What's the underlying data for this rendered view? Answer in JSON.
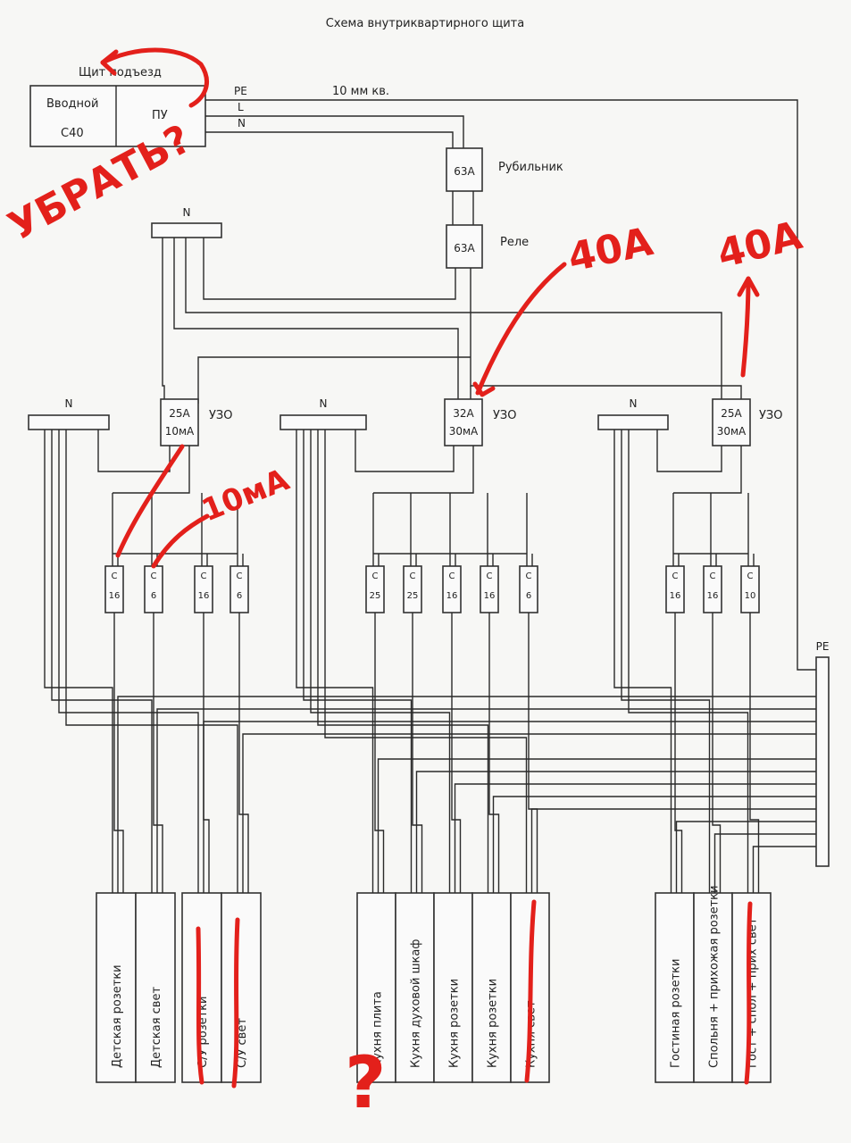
{
  "title": "Схема внутриквартирного щита",
  "entry": {
    "panel_label": "Щит подъезд",
    "breaker_name": "Вводной",
    "breaker_rating": "С40",
    "meter_label": "ПУ",
    "wire_pe": "PE",
    "wire_l": "L",
    "wire_n": "N",
    "cable": "10 мм кв."
  },
  "switch": {
    "rating": "63A",
    "label": "Рубильник"
  },
  "relay": {
    "rating": "63A",
    "label": "Реле"
  },
  "n_bus_main": "N",
  "groups": [
    {
      "n_bus": "N",
      "rcd": {
        "rating": "25A",
        "leak": "10мА",
        "label": "УЗО"
      },
      "breakers": [
        {
          "type": "C",
          "rating": "16"
        },
        {
          "type": "C",
          "rating": "6"
        },
        {
          "type": "C",
          "rating": "16"
        },
        {
          "type": "C",
          "rating": "6"
        }
      ],
      "loads": [
        "Детская розетки",
        "Детская свет",
        "С/У розетки",
        "С/У свет"
      ]
    },
    {
      "n_bus": "N",
      "rcd": {
        "rating": "32A",
        "leak": "30мА",
        "label": "УЗО"
      },
      "breakers": [
        {
          "type": "C",
          "rating": "25"
        },
        {
          "type": "C",
          "rating": "25"
        },
        {
          "type": "C",
          "rating": "16"
        },
        {
          "type": "C",
          "rating": "16"
        },
        {
          "type": "C",
          "rating": "6"
        }
      ],
      "loads": [
        "Кухня плита",
        "Кухня духовой шкаф",
        "Кухня розетки",
        "Кухня розетки",
        "Кухня свет"
      ]
    },
    {
      "n_bus": "N",
      "rcd": {
        "rating": "25A",
        "leak": "30мА",
        "label": "УЗО"
      },
      "breakers": [
        {
          "type": "C",
          "rating": "16"
        },
        {
          "type": "C",
          "rating": "16"
        },
        {
          "type": "C",
          "rating": "10"
        }
      ],
      "loads": [
        "Гостиная розетки",
        "Спольня + прихожая розетки",
        "Гост + спол + прих свет"
      ]
    }
  ],
  "pe_bus": "PE",
  "annotations": {
    "a1": "УБРАТЬ?",
    "a2": "40А",
    "a3": "40А",
    "a4": "10мА",
    "a5": "?"
  },
  "colors": {
    "ink": "#2a2a2a",
    "annotation": "#e3201b",
    "paper": "#f7f7f5"
  }
}
